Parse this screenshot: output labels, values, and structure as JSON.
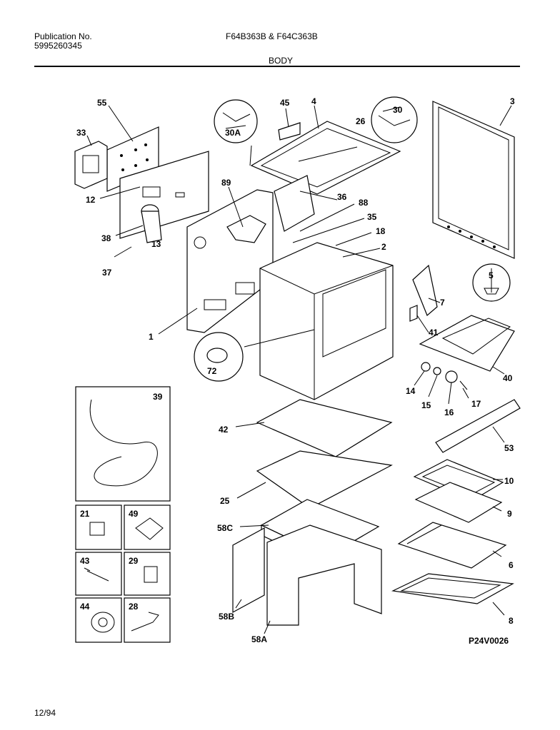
{
  "header": {
    "publication_label": "Publication No.",
    "publication_number": "5995260345",
    "model_numbers": "F64B363B & F64C363B",
    "section_title": "BODY"
  },
  "footer": {
    "date_code": "12/94",
    "diagram_id": "P24V0026"
  },
  "callouts": {
    "c55": "55",
    "c33": "33",
    "c12": "12",
    "c38": "38",
    "c13": "13",
    "c37": "37",
    "c1": "1",
    "c45": "45",
    "c4": "4",
    "c30a": "30A",
    "c89": "89",
    "c36": "36",
    "c88": "88",
    "c35": "35",
    "c18": "18",
    "c2": "2",
    "c26": "26",
    "c30": "30",
    "c3": "3",
    "c5": "5",
    "c7": "7",
    "c41": "41",
    "c40": "40",
    "c72": "72",
    "c14": "14",
    "c15": "15",
    "c16": "16",
    "c17": "17",
    "c42": "42",
    "c53": "53",
    "c10": "10",
    "c9": "9",
    "c6": "6",
    "c8": "8",
    "c25": "25",
    "c58c": "58C",
    "c58b": "58B",
    "c58a": "58A"
  },
  "inset_boxes": {
    "b39": "39",
    "b21": "21",
    "b49": "49",
    "b43": "43",
    "b29": "29",
    "b44": "44",
    "b28": "28"
  }
}
